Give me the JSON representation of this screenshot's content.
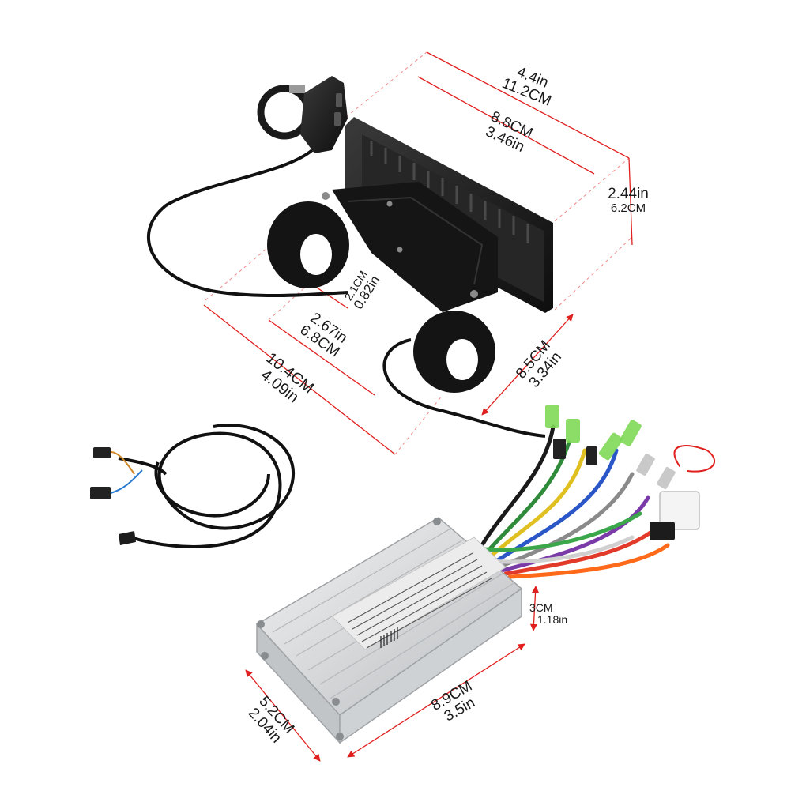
{
  "dimensions": {
    "display_width": {
      "in": "4.4in",
      "cm": "11.2CM"
    },
    "screen_width": {
      "cm": "8.8CM",
      "in": "3.46in"
    },
    "display_height": {
      "in": "2.44in",
      "cm": "6.2CM"
    },
    "clamp_diameter": {
      "cm": "2.1CM",
      "in": "0.82in"
    },
    "clamp_spacing": {
      "in": "2.67in",
      "cm": "6.8CM"
    },
    "mount_width": {
      "cm": "10.4CM",
      "in": "4.09in"
    },
    "display_depth": {
      "cm": "8.5CM",
      "in": "3.34in"
    },
    "controller_height": {
      "cm": "3CM",
      "in": "1.18in"
    },
    "controller_length": {
      "cm": "8.9CM",
      "in": "3.5in"
    },
    "controller_width": {
      "cm": "5.2CM",
      "in": "2.04in"
    }
  },
  "colors": {
    "dimension_line": "#e0201f",
    "guide_line": "#f08a8a",
    "label": "#1a1a1a",
    "controller_body": "#d9dadc",
    "display_body": "#1b1b1b"
  }
}
